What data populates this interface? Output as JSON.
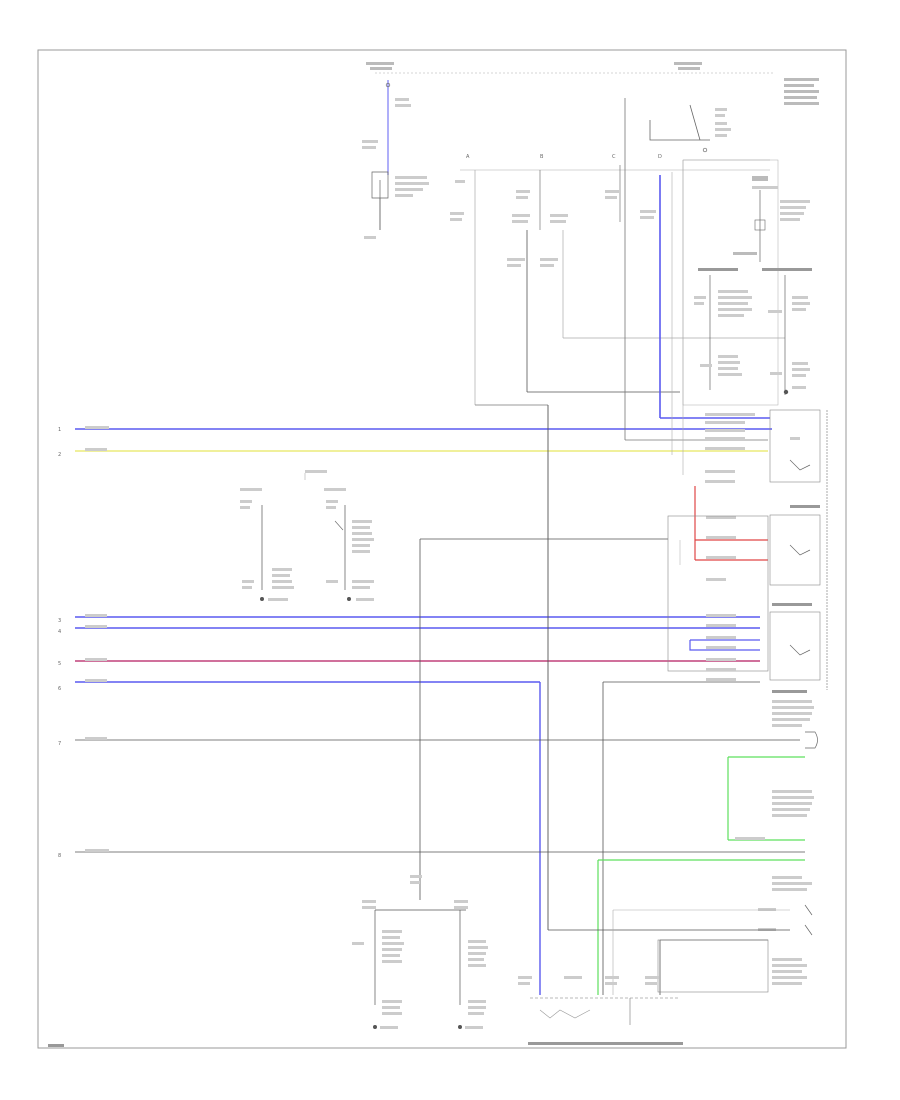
{
  "colors": {
    "blue": "#5a5af0",
    "yellow": "#ecec7a",
    "red": "#e04646",
    "magenta": "#c0407a",
    "green": "#5ee05e",
    "black": "#555555",
    "gray": "#bdbdbd"
  },
  "connectors": {
    "left": [
      "1",
      "2",
      "3",
      "4",
      "5",
      "6",
      "7",
      "8"
    ],
    "top": [
      "A",
      "B",
      "C",
      "D"
    ]
  },
  "page": {
    "footer_caption": "",
    "page_number": ""
  }
}
